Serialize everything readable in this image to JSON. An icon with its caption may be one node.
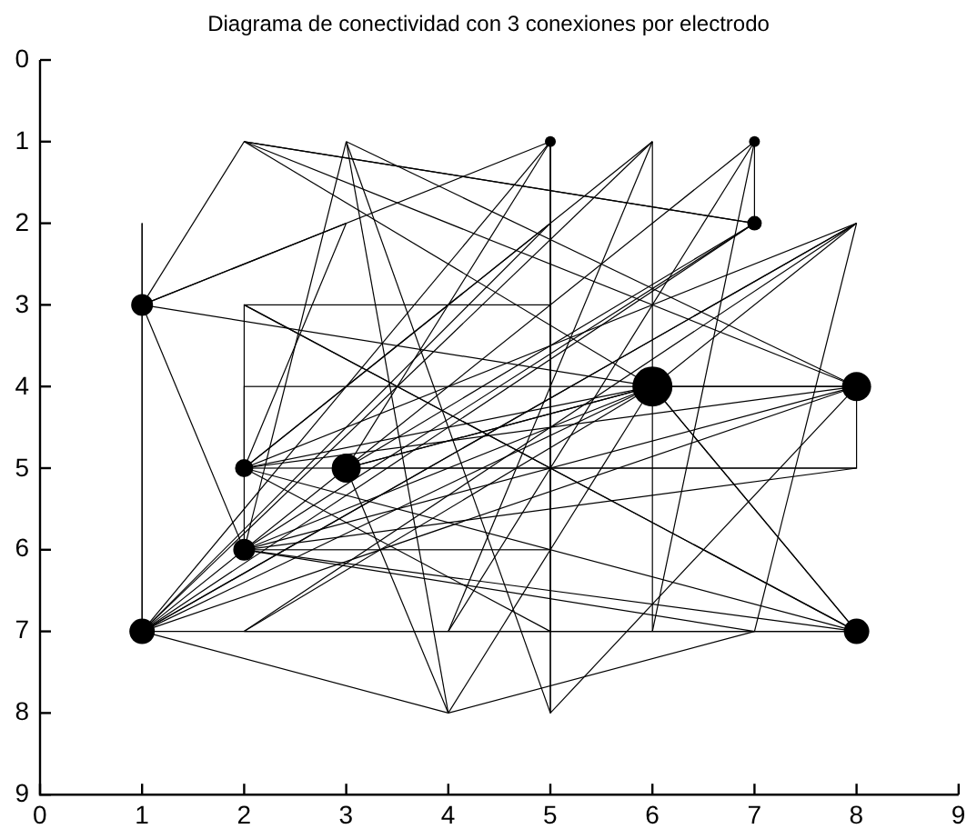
{
  "diagram": {
    "title": "Diagrama de conectividad con 3 conexiones por electrodo",
    "labels": [
      "0",
      "1",
      "2",
      "3",
      "4",
      "5",
      "6",
      "7",
      "8",
      "9",
      "0",
      "1",
      "2",
      "3",
      "4",
      "5",
      "6",
      "7",
      "8",
      "9"
    ]
  }
}
